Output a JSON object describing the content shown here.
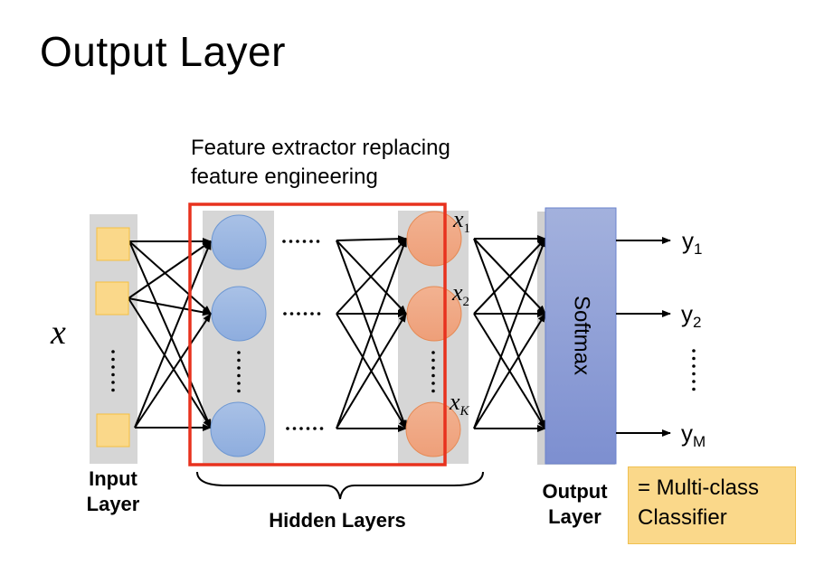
{
  "slide": {
    "title": "Output Layer",
    "caption_line1": "Feature extractor replacing",
    "caption_line2": "feature engineering"
  },
  "diagram": {
    "input_symbol": "x",
    "input_ellipsis": "⋮",
    "hidden_ellipsis": "……",
    "feature_labels": [
      {
        "base": "x",
        "sub": "1"
      },
      {
        "base": "x",
        "sub": "2"
      },
      {
        "base": "x",
        "sub": "K"
      }
    ],
    "softmax_label": "Softmax",
    "outputs": [
      {
        "base": "y",
        "sub": "1"
      },
      {
        "base": "y",
        "sub": "2"
      },
      {
        "base": "y",
        "sub": "M"
      }
    ],
    "colors": {
      "input_node": "#fad88a",
      "hidden_node": "#9db7e0",
      "feature_node": "#f0a47f",
      "softmax_box": "#8fa0d8",
      "highlight_box": "#e8321e",
      "layer_bg": "#d6d6d6"
    }
  },
  "labels": {
    "input_line1": "Input",
    "input_line2": "Layer",
    "hidden": "Hidden Layers",
    "output_line1": "Output",
    "output_line2": "Layer",
    "classifier_line1": "= Multi-class",
    "classifier_line2": "Classifier"
  }
}
